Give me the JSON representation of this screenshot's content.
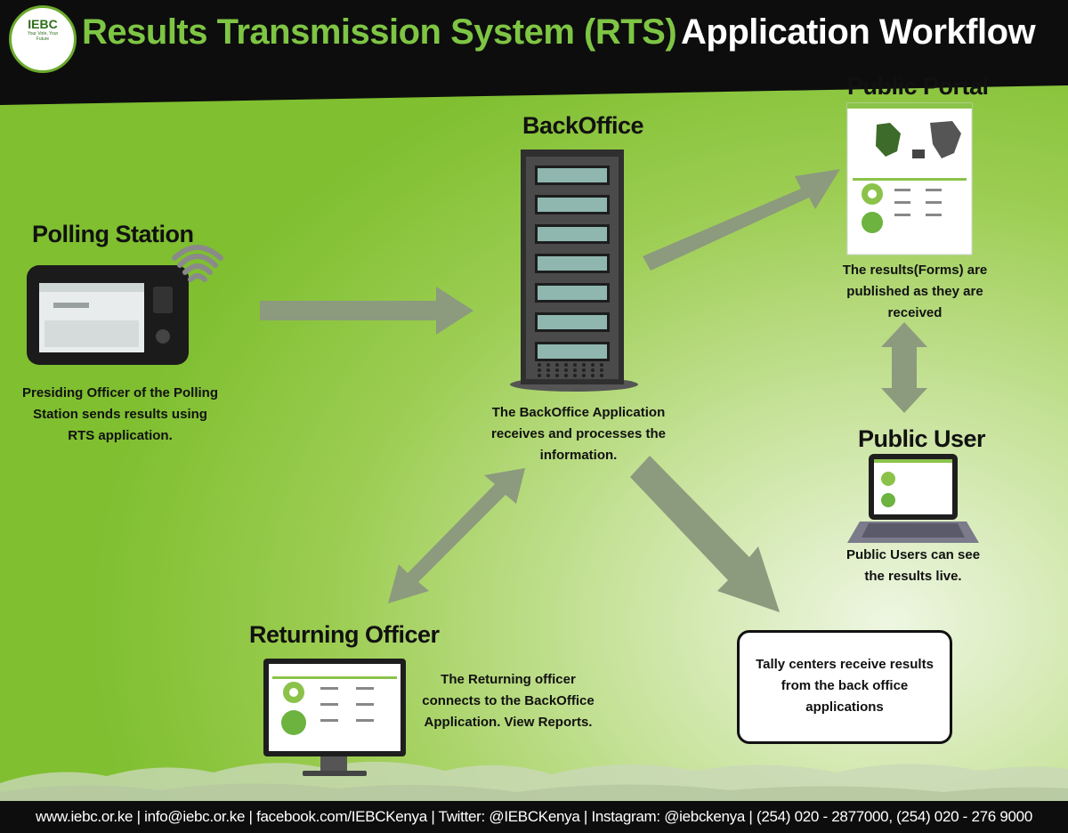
{
  "header": {
    "title": "Results Transmission System (RTS)",
    "subtitle": "Application Workflow",
    "logo_text": "IEBC",
    "logo_tagline": "Your Vote, Your Future"
  },
  "nodes": {
    "polling_station": {
      "heading": "Polling Station",
      "description": "Presiding Officer of the Polling Station sends results using RTS application."
    },
    "backoffice": {
      "heading": "BackOffice",
      "description": "The BackOffice Application receives and processes the information."
    },
    "public_portal": {
      "heading": "Public Portal",
      "description": "The results(Forms) are published as they are received"
    },
    "public_user": {
      "heading": "Public User",
      "description": "Public Users can see the results live."
    },
    "returning_officer": {
      "heading": "Returning Officer",
      "description": "The Returning officer connects to the BackOffice Application. View Reports."
    },
    "tally_center": {
      "description": "Tally centers receive results from the back office applications"
    }
  },
  "footer": {
    "contacts": "www.iebc.or.ke | info@iebc.or.ke | facebook.com/IEBCKenya | Twitter: @IEBCKenya | Instagram: @iebckenya | (254) 020 - 2877000, (254) 020 - 276 9000"
  },
  "colors": {
    "header_bg": "#0d0d0d",
    "title_green": "#7ec544",
    "arrow": "#8c9a7e",
    "server": "#3a3a3a"
  }
}
